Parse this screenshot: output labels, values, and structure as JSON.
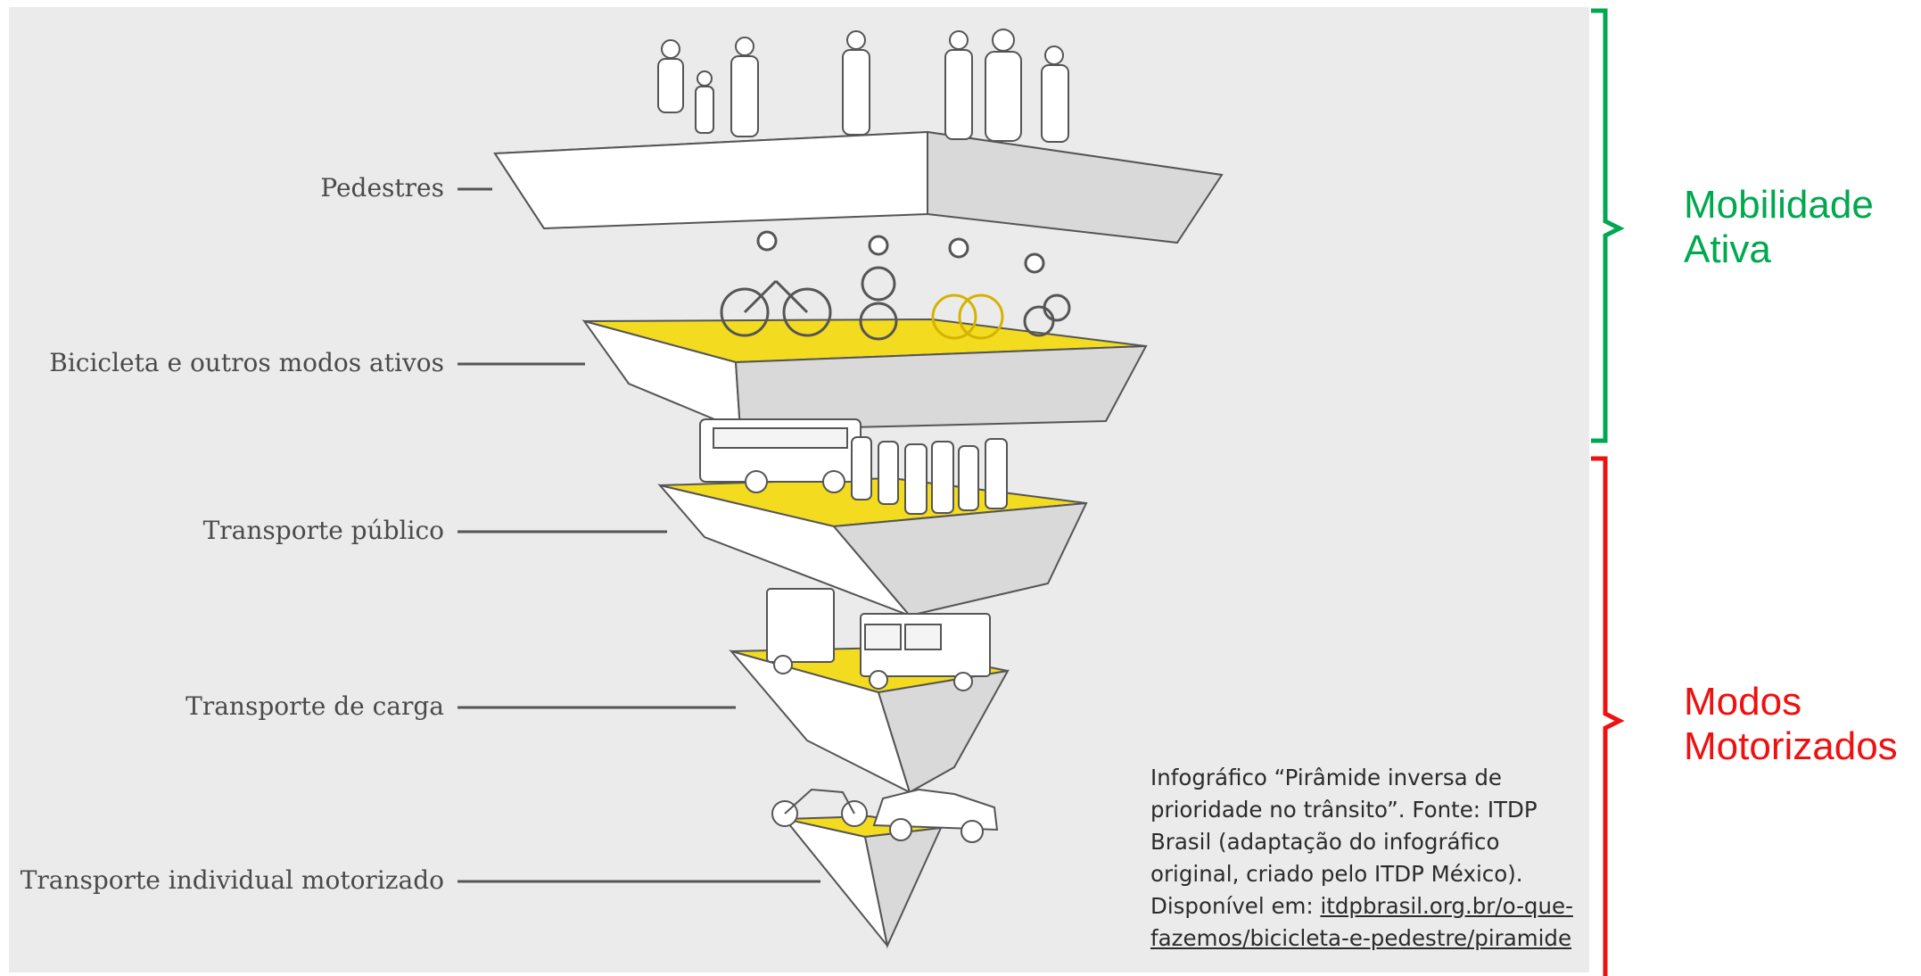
{
  "levels": [
    {
      "label": "Pedestres"
    },
    {
      "label": "Bicicleta e outros modos ativos"
    },
    {
      "label": "Transporte público"
    },
    {
      "label": "Transporte de carga"
    },
    {
      "label": "Transporte individual motorizado"
    }
  ],
  "caption": {
    "text": "Infográfico “Pirâmide inversa de prioridade no trânsito”. Fonte: ITDP Brasil (adaptação do infográfico original, criado pelo ITDP México). Disponível em: ",
    "link": "itdpbrasil.org.br/o-que-fazemos/bicicleta-e-pedestre/piramide"
  },
  "categories": {
    "active": {
      "line1": "Mobilidade",
      "line2": "Ativa",
      "color": "#00a84f"
    },
    "motorized": {
      "line1": "Modos",
      "line2": "Motorizados",
      "color": "#ee1111"
    }
  },
  "colors": {
    "panel": "#ebebec",
    "accent_yellow": "#f3dc1f",
    "slab_light": "#ffffff",
    "slab_shade": "#d9d9d9",
    "outline": "#555555"
  }
}
